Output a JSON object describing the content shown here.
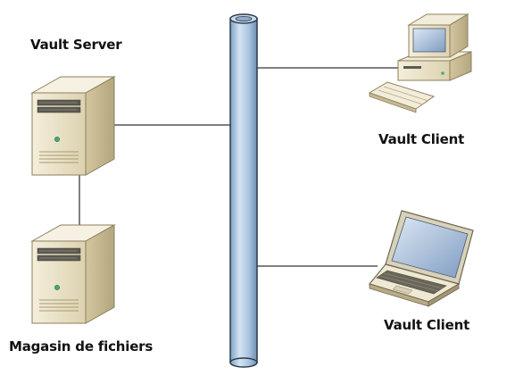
{
  "nodes": {
    "server": {
      "label": "Vault Server",
      "icon": "tower-server-icon"
    },
    "filestore": {
      "label": "Magasin de fichiers",
      "icon": "tower-server-icon"
    },
    "desktop_client": {
      "label": "Vault Client",
      "icon": "desktop-computer-icon"
    },
    "laptop_client": {
      "label": "Vault Client",
      "icon": "laptop-icon"
    }
  },
  "network_bus": {
    "icon": "network-backbone-pipe"
  },
  "colors": {
    "pipe_fill": "#b3cde6",
    "pipe_stroke": "#2b3a4a",
    "case_beige": "#e9e0c4",
    "case_shadow": "#b5a985",
    "screen_blue": "#6f8fb8",
    "connector": "#000000"
  }
}
